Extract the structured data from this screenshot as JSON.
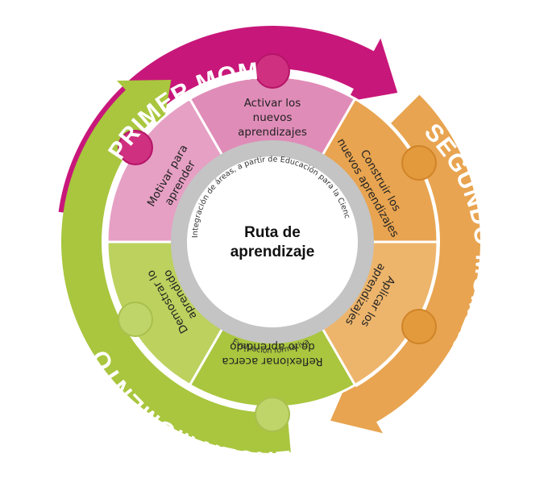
{
  "diagram": {
    "center": {
      "line1": "Ruta de",
      "line2": "aprendizaje"
    },
    "ring": {
      "top_text": "Integración de áreas, a partir de Educación para la Ciencia y la Ciudadanía",
      "bottom_text": "Evaluación formativa"
    },
    "moments": {
      "first": "PRIMER MOMENTO",
      "second": "SEGUNDO MOMENTO",
      "third": "TERCER MOMENTO"
    },
    "segments": {
      "motivar": {
        "line1": "Motivar para",
        "line2": "aprender"
      },
      "activar": {
        "line1": "Activar los",
        "line2": "nuevos",
        "line3": "aprendizajes"
      },
      "construir": {
        "line1": "Construir los",
        "line2": "nuevos aprendizajes"
      },
      "aplicar": {
        "line1": "Aplicar los",
        "line2": "aprendizajes"
      },
      "reflexionar": {
        "line1": "Reflexionar acerca",
        "line2": "de lo aprendido"
      },
      "demostrar": {
        "line1": "Demostrar lo",
        "line2": "aprendido"
      }
    },
    "colors": {
      "magenta": "#c8177a",
      "magenta_dot": "#d03080",
      "pink_light": "#e6a0c4",
      "pink_mid": "#e08cb8",
      "orange": "#e8a450",
      "orange_light": "#edb56c",
      "orange_dot": "#e39a3c",
      "green": "#a9c63e",
      "green_light": "#bcd15e",
      "green_dot": "#bfd56a",
      "gray_ring": "#c4c4c4"
    }
  }
}
